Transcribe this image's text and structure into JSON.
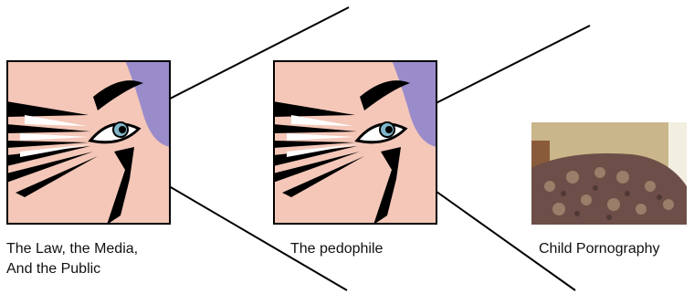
{
  "panels": [
    {
      "caption_lines": [
        "The Law, the Media,",
        "And the Public"
      ],
      "image": "stylized-eye-clipart"
    },
    {
      "caption_lines": [
        "The pedophile"
      ],
      "image": "stylized-eye-clipart"
    },
    {
      "caption_lines": [
        "Child Pornography"
      ],
      "image": "bed-photo"
    }
  ],
  "colors": {
    "skin": "#f4c7b8",
    "purple": "#9a8ccb",
    "ink": "#000000",
    "iris": "#7fb6c9"
  }
}
